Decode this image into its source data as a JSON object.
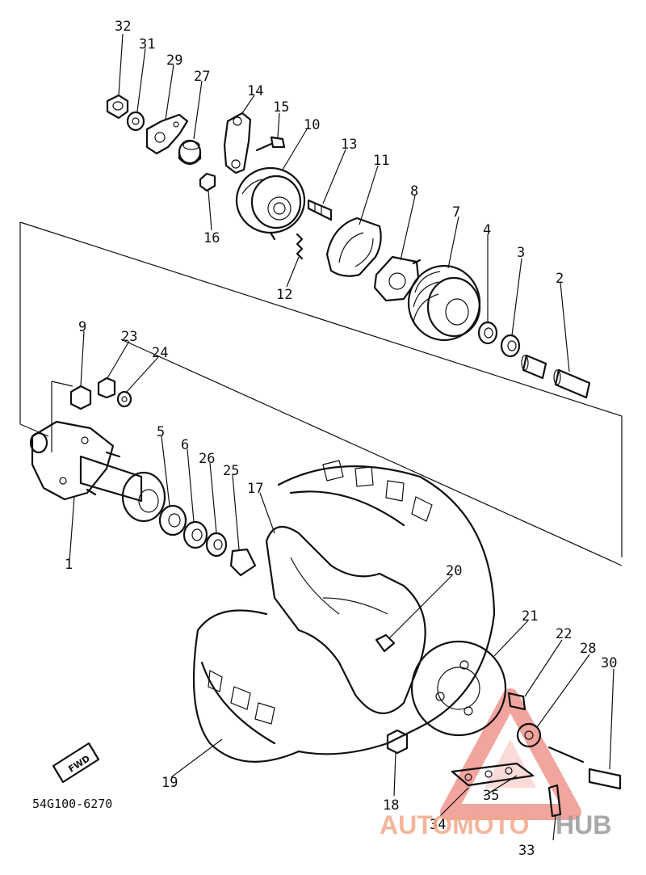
{
  "diagram": {
    "type": "exploded-parts-diagram",
    "part_code": "54G100-6270",
    "fwd_label": "FWD",
    "callouts": [
      "1",
      "2",
      "3",
      "4",
      "5",
      "6",
      "7",
      "8",
      "9",
      "10",
      "11",
      "12",
      "13",
      "14",
      "15",
      "16",
      "17",
      "18",
      "19",
      "20",
      "21",
      "22",
      "23",
      "24",
      "25",
      "26",
      "27",
      "28",
      "29",
      "30",
      "31",
      "32",
      "33",
      "34",
      "35"
    ]
  },
  "watermark": {
    "text_primary": "AUTOMOTO",
    "text_secondary": "HUB",
    "color_primary": "#f2a98a",
    "color_secondary": "#9a9a9a"
  },
  "colors": {
    "ink": "#111111",
    "background": "#ffffff",
    "watermark_triangle": "#e85a4f"
  }
}
